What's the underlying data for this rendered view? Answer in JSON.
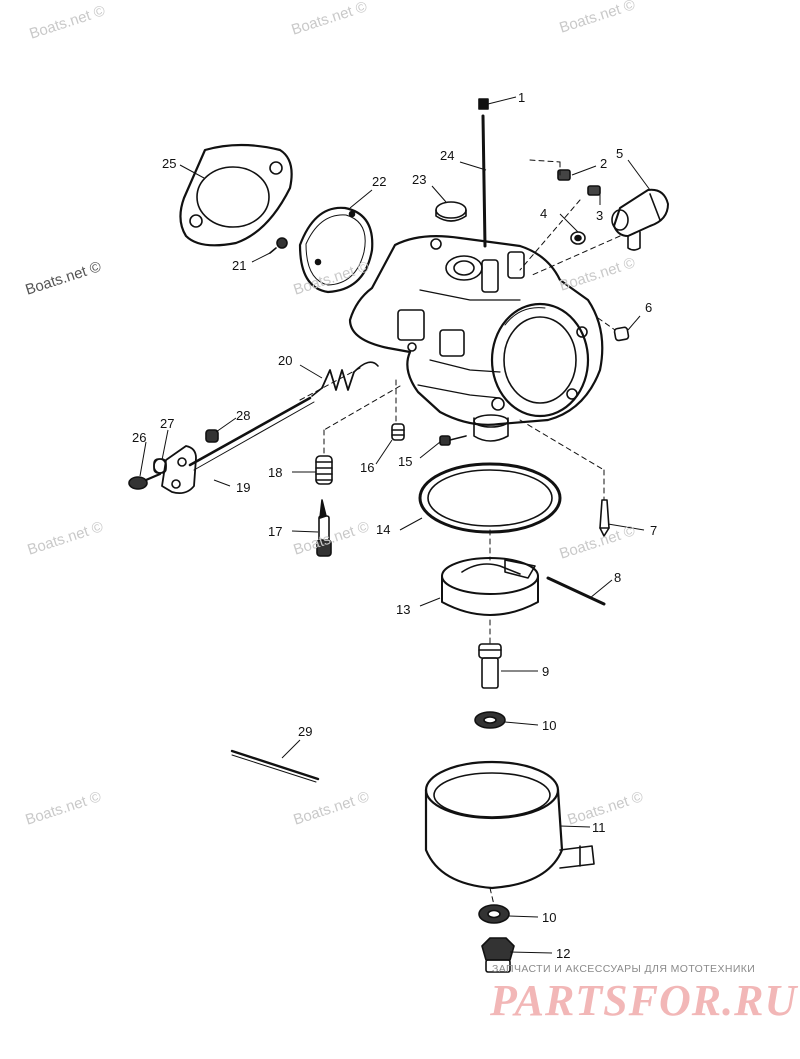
{
  "callouts": [
    "1",
    "2",
    "3",
    "4",
    "5",
    "6",
    "7",
    "8",
    "9",
    "10",
    "10",
    "11",
    "12",
    "13",
    "14",
    "15",
    "16",
    "17",
    "18",
    "19",
    "20",
    "21",
    "22",
    "23",
    "24",
    "25",
    "26",
    "27",
    "28",
    "29"
  ],
  "watermark": "Boats.net ©",
  "brand": {
    "tagline": "ЗАПЧАСТИ И АКСЕССУАРЫ ДЛЯ МОТОТЕХНИКИ",
    "logo": "PARTSFOR.RU"
  },
  "colors": {
    "line": "#111111",
    "watermark": "#c9c9c9",
    "brand_logo": "#f2b7b7"
  }
}
